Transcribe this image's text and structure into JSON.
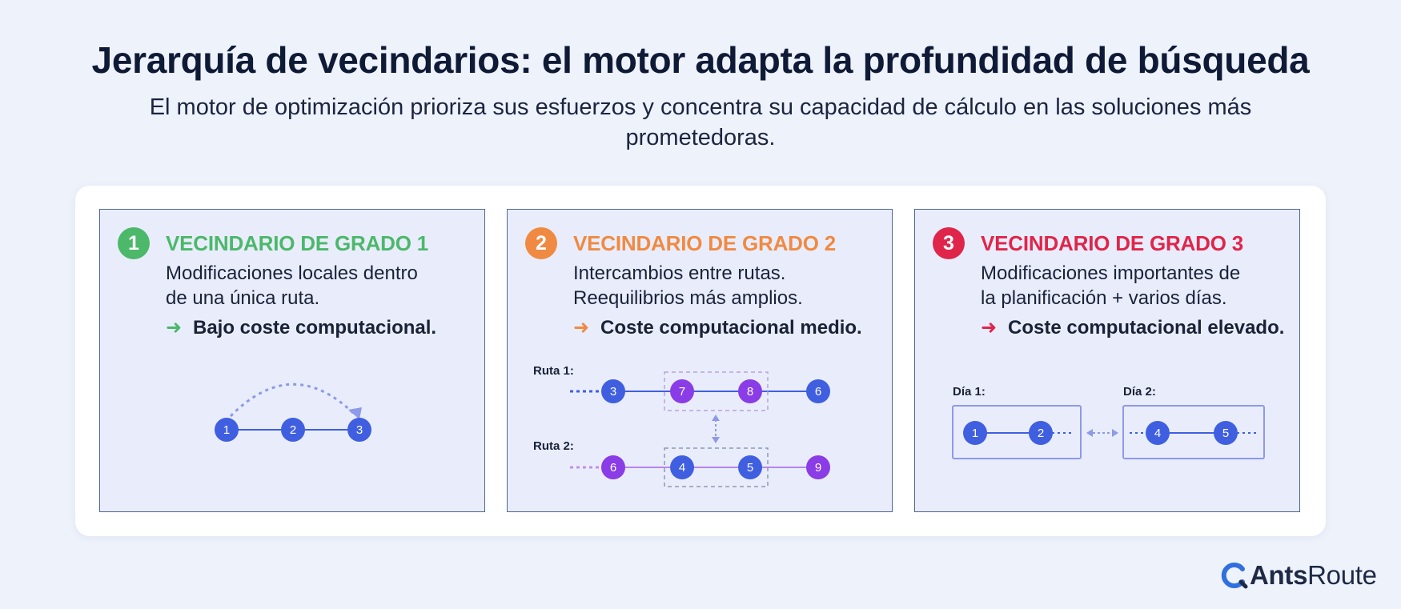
{
  "header": {
    "title": "Jerarquía de vecindarios: el motor adapta la profundidad de búsqueda",
    "subtitle": "El motor de optimización prioriza sus esfuerzos y concentra su capacidad de cálculo en las soluciones más prometedoras."
  },
  "colors": {
    "green": "#4bb86a",
    "orange": "#f08a42",
    "red": "#e0254a",
    "node_blue": "#3f5fe0",
    "node_purple": "#8a3ce6",
    "dashed_lavender": "#8c9ae8"
  },
  "cards": [
    {
      "number": "1",
      "title": "VECINDARIO DE GRADO 1",
      "desc_line1": "Modificaciones locales dentro",
      "desc_line2": "de una única ruta.",
      "arrow": "➜",
      "cost": "Bajo coste computacional.",
      "diagram": {
        "nodes": [
          "1",
          "2",
          "3"
        ]
      }
    },
    {
      "number": "2",
      "title": "VECINDARIO DE GRADO 2",
      "desc_line1": "Intercambios entre rutas.",
      "desc_line2": "Reequilibrios más amplios.",
      "arrow": "➜",
      "cost": "Coste computacional medio.",
      "diagram": {
        "route1_label": "Ruta 1:",
        "route1_nodes": [
          "3",
          "7",
          "8",
          "6"
        ],
        "route2_label": "Ruta 2:",
        "route2_nodes": [
          "6",
          "4",
          "5",
          "9"
        ]
      }
    },
    {
      "number": "3",
      "title": "VECINDARIO DE GRADO 3",
      "desc_line1": "Modificaciones importantes de",
      "desc_line2": "la planificación + varios días.",
      "arrow": "➜",
      "cost": "Coste computacional elevado.",
      "diagram": {
        "day1_label": "Día 1:",
        "day1_nodes": [
          "1",
          "2"
        ],
        "day2_label": "Día 2:",
        "day2_nodes": [
          "4",
          "5"
        ]
      }
    }
  ],
  "brand": {
    "bold": "Ants",
    "regular": "Route",
    "icon": "antsroute-logo-icon"
  }
}
